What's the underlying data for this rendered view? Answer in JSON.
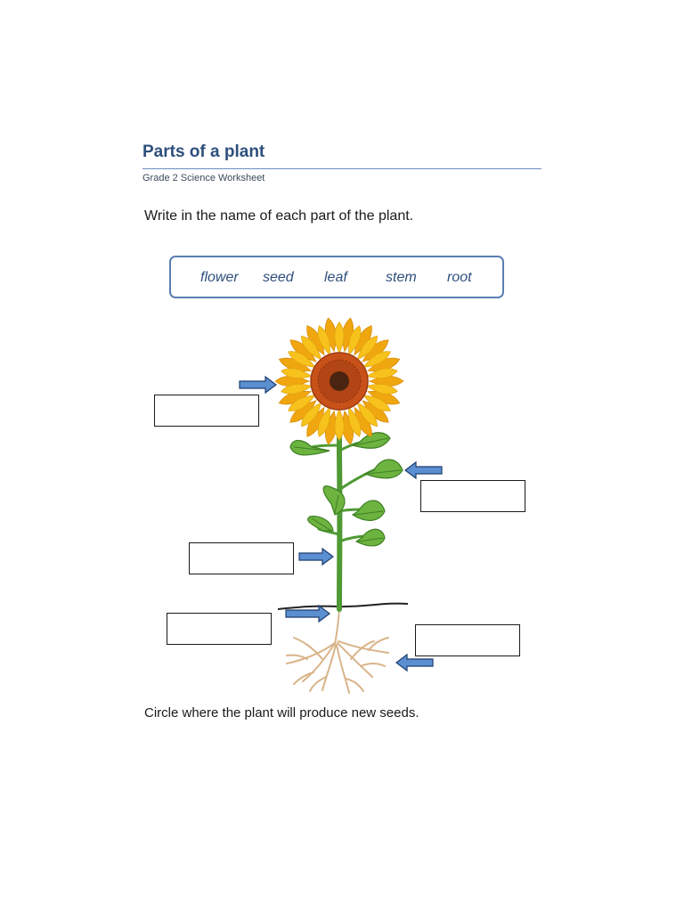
{
  "header": {
    "title": "Parts of a plant",
    "subtitle": "Grade 2 Science Worksheet"
  },
  "instruction": "Write in the name of each part of the plant.",
  "word_bank": {
    "words": [
      "flower",
      "seed",
      "leaf",
      "stem",
      "root"
    ]
  },
  "answer_boxes": [
    "",
    "",
    "",
    "",
    ""
  ],
  "footer_instruction": "Circle where the plant will produce new seeds.",
  "colors": {
    "title": "#2e4f7c",
    "arrow_fill": "#5b8fd1",
    "arrow_stroke": "#1f3f6e",
    "petal": "#f7c21b",
    "petal_dark": "#f0a70f",
    "disk": "#c8511a",
    "disk_center": "#4a2410",
    "stem": "#5aa038",
    "leaf": "#6cb33f",
    "root": "#d9b48a"
  }
}
